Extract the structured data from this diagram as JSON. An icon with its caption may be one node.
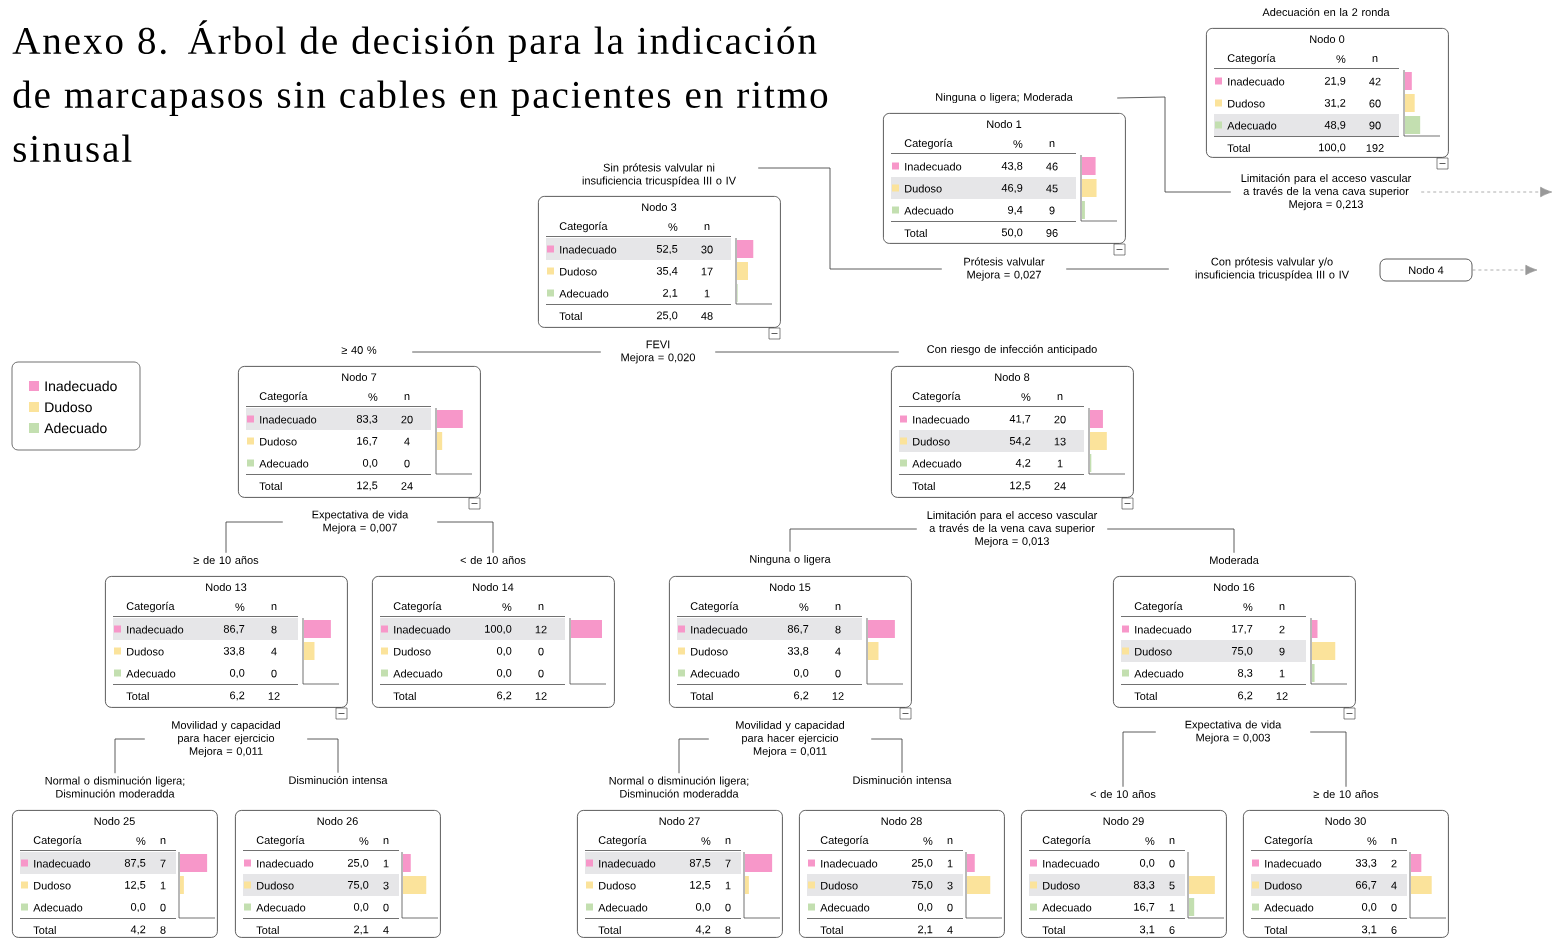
{
  "diagram": {
    "title": "Anexo 8. Árbol de decisión para la indicación de marcapasos sin cables en pacientes en ritmo sinusal",
    "nodes": [
      {
        "text": [
          "Nodo 0",
          "Categoría",
          "%",
          "n",
          "Inadecuado",
          "21,9",
          "42",
          "Dudoso",
          "31,2",
          "60",
          "Adecuado",
          "48,9",
          "90",
          "Total",
          "100,0",
          "192"
        ],
        "beside": [
          "Adecuación en la 2 ronda"
        ]
      },
      {
        "text": [
          "Limitación para el acceso vascular a través de la vena cava superior",
          "Mejora = 0,213"
        ]
      },
      {
        "text": [
          "Nodo 1",
          "Categoría",
          "%",
          "n",
          "Inadecuado",
          "43,8",
          "46",
          "Dudoso",
          "46,9",
          "45",
          "Adecuado",
          "9,4",
          "9",
          "Total",
          "50,0",
          "96"
        ],
        "beside": [
          "Ninguna o ligera; Moderada"
        ]
      },
      {
        "text": [
          "Prótesis valvular",
          "Mejora = 0,027"
        ]
      },
      {
        "text": [
          "Nodo 3",
          "Categoría",
          "%",
          "n",
          "Inadecuado",
          "52,5",
          "30",
          "Dudoso",
          "35,4",
          "17",
          "Adecuado",
          "2,1",
          "1",
          "Total",
          "25,0",
          "48"
        ],
        "beside": [
          "Sin prótesis valvular ni insuficiencia tricuspídea III o IV"
        ]
      },
      {
        "text": [
          "Nodo 4"
        ],
        "beside": [
          "Con prótesis valvular y/o insuficiencia tricuspídea III o IV"
        ]
      },
      {
        "text": [
          "FEVI",
          "Mejora = 0,020"
        ]
      },
      {
        "text": [
          "Nodo 7",
          "Categoría",
          "%",
          "n",
          "Inadecuado",
          "83,3",
          "20",
          "Dudoso",
          "16,7",
          "4",
          "Adecuado",
          "0,0",
          "0",
          "Total",
          "12,5",
          "24"
        ],
        "beside": [
          "≥ 40 %"
        ]
      },
      {
        "text": [
          "Nodo 8",
          "Categoría",
          "%",
          "n",
          "Inadecuado",
          "41,7",
          "20",
          "Dudoso",
          "54,2",
          "13",
          "Adecuado",
          "4,2",
          "1",
          "Total",
          "12,5",
          "24"
        ],
        "beside": [
          "Con riesgo de infección anticipado"
        ]
      },
      {
        "text": [
          "Expectativa de vida",
          "Mejora = 0,007"
        ]
      },
      {
        "text": [
          "Limitación para el acceso vascular a través de la vena cava superior",
          "Mejora = 0,013"
        ]
      },
      {
        "text": [
          "Nodo 13",
          "Categoría",
          "%",
          "n",
          "Inadecuado",
          "86,7",
          "8",
          "Dudoso",
          "33,8",
          "4",
          "Adecuado",
          "0,0",
          "0",
          "Total",
          "6,2",
          "12"
        ],
        "beside": [
          "≥ de 10 años"
        ]
      },
      {
        "text": [
          "Nodo 14",
          "Categoría",
          "%",
          "n",
          "Inadecuado",
          "100,0",
          "12",
          "Dudoso",
          "0,0",
          "0",
          "Adecuado",
          "0,0",
          "0",
          "Total",
          "6,2",
          "12"
        ],
        "beside": [
          "< de 10 años"
        ]
      },
      {
        "text": [
          "Nodo 15",
          "Categoría",
          "%",
          "n",
          "Inadecuado",
          "86,7",
          "8",
          "Dudoso",
          "33,8",
          "4",
          "Adecuado",
          "0,0",
          "0",
          "Total",
          "6,2",
          "12"
        ],
        "beside": [
          "Ninguna o ligera"
        ]
      },
      {
        "text": [
          "Nodo 16",
          "Categoría",
          "%",
          "n",
          "Inadecuado",
          "17,7",
          "2",
          "Dudoso",
          "75,0",
          "9",
          "Adecuado",
          "8,3",
          "1",
          "Total",
          "6,2",
          "12"
        ],
        "beside": [
          "Moderada"
        ]
      },
      {
        "text": [
          "Movilidad y capacidad para hacer ejercicio",
          "Mejora = 0,011"
        ]
      },
      {
        "text": [
          "Movilidad y capacidad para hacer ejercicio",
          "Mejora = 0,011"
        ]
      },
      {
        "text": [
          "Expectativa de vida",
          "Mejora = 0,003"
        ]
      },
      {
        "text": [
          "Nodo 25",
          "Categoría",
          "%",
          "n",
          "Inadecuado",
          "87,5",
          "7",
          "Dudoso",
          "12,5",
          "1",
          "Adecuado",
          "0,0",
          "0",
          "Total",
          "4,2",
          "8"
        ],
        "beside": [
          "Normal o disminución ligera; Disminución moderadda"
        ]
      },
      {
        "text": [
          "Nodo 26",
          "Categoría",
          "%",
          "n",
          "Inadecuado",
          "25,0",
          "1",
          "Dudoso",
          "75,0",
          "3",
          "Adecuado",
          "0,0",
          "0",
          "Total",
          "2,1",
          "4"
        ],
        "beside": [
          "Disminución intensa"
        ]
      },
      {
        "text": [
          "Nodo 27",
          "Categoría",
          "%",
          "n",
          "Inadecuado",
          "87,5",
          "7",
          "Dudoso",
          "12,5",
          "1",
          "Adecuado",
          "0,0",
          "0",
          "Total",
          "4,2",
          "8"
        ],
        "beside": [
          "Normal o disminución ligera; Disminución moderadda"
        ]
      },
      {
        "text": [
          "Nodo 28",
          "Categoría",
          "%",
          "n",
          "Inadecuado",
          "25,0",
          "1",
          "Dudoso",
          "75,0",
          "3",
          "Adecuado",
          "0,0",
          "0",
          "Total",
          "2,1",
          "4"
        ],
        "beside": [
          "Disminución intensa"
        ]
      },
      {
        "text": [
          "Nodo 29",
          "Categoría",
          "%",
          "n",
          "Inadecuado",
          "0,0",
          "0",
          "Dudoso",
          "83,3",
          "5",
          "Adecuado",
          "16,7",
          "1",
          "Total",
          "3,1",
          "6"
        ],
        "beside": [
          "< de 10 años"
        ]
      },
      {
        "text": [
          "Nodo 30",
          "Categoría",
          "%",
          "n",
          "Inadecuado",
          "33,3",
          "2",
          "Dudoso",
          "66,7",
          "4",
          "Adecuado",
          "0,0",
          "0",
          "Total",
          "3,1",
          "6"
        ],
        "beside": [
          "≥ de 10 años"
        ]
      }
    ],
    "edges": [
      {
        "from": 1,
        "to": 2,
        "arrow": "none"
      },
      {
        "from": 1,
        "to": null,
        "arrow": "to",
        "style": "dashed",
        "color": "#999999"
      },
      {
        "from": 3,
        "to": 4,
        "arrow": "none"
      },
      {
        "from": 3,
        "to": 5,
        "arrow": "none"
      },
      {
        "from": 5,
        "to": null,
        "arrow": "to",
        "style": "dashed",
        "color": "#999999"
      },
      {
        "from": 6,
        "to": 7,
        "arrow": "none"
      },
      {
        "from": 6,
        "to": 8,
        "arrow": "none"
      },
      {
        "from": 9,
        "to": 11,
        "arrow": "none"
      },
      {
        "from": 9,
        "to": 12,
        "arrow": "none"
      },
      {
        "from": 10,
        "to": 13,
        "arrow": "none"
      },
      {
        "from": 10,
        "to": 14,
        "arrow": "none"
      },
      {
        "from": 15,
        "to": 18,
        "arrow": "none"
      },
      {
        "from": 15,
        "to": 19,
        "arrow": "none"
      },
      {
        "from": 16,
        "to": 20,
        "arrow": "none"
      },
      {
        "from": 16,
        "to": 21,
        "arrow": "none"
      },
      {
        "from": 17,
        "to": 22,
        "arrow": "none"
      },
      {
        "from": 17,
        "to": 23,
        "arrow": "none"
      }
    ],
    "legend": [
      {
        "text": "Inadecuado",
        "color": "#f797c9"
      },
      {
        "text": "Dudoso",
        "color": "#fbe39b"
      },
      {
        "text": "Adecuado",
        "color": "#c3dfb0"
      }
    ]
  }
}
